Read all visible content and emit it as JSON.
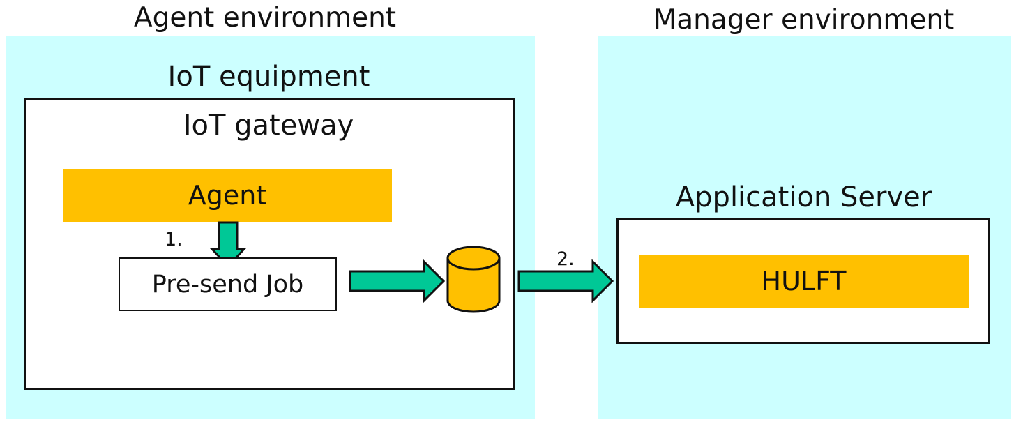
{
  "agent_environment": {
    "title": "Agent environment",
    "iot_equipment_label": "IoT equipment",
    "iot_gateway_label": "IoT gateway",
    "agent_label": "Agent",
    "job_label": "Pre-send Job",
    "step_1": "1."
  },
  "transfer": {
    "step_2": "2."
  },
  "manager_environment": {
    "title": "Manager environment",
    "server_label": "Application Server",
    "hulft_label": "HULFT"
  },
  "colors": {
    "environment_fill": "#ccffff",
    "component_fill": "#ffc000",
    "arrow_fill": "#00c896",
    "outline": "#111111"
  }
}
